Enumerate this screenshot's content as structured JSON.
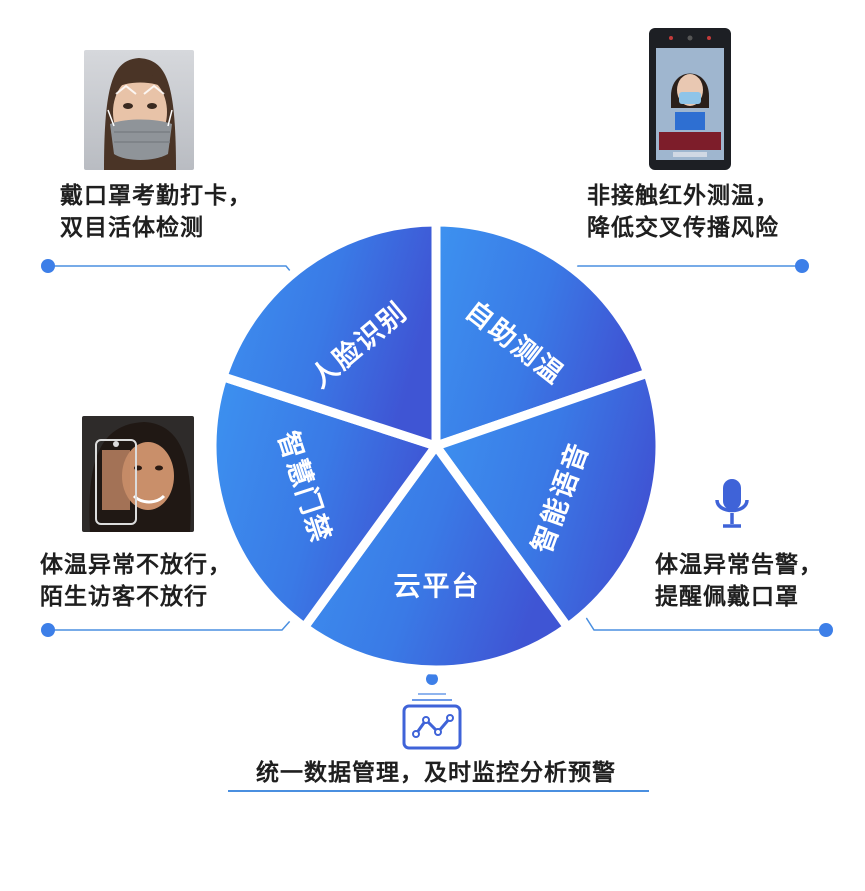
{
  "wheel": {
    "segments": [
      {
        "label": "人脸识别"
      },
      {
        "label": "自助测温"
      },
      {
        "label": "智能语音"
      },
      {
        "label": "云平台"
      },
      {
        "label": "智慧门禁"
      }
    ]
  },
  "features": {
    "face_mask": {
      "line1": "戴口罩考勤打卡，",
      "line2": "双目活体检测"
    },
    "temperature": {
      "line1": "非接触红外测温，",
      "line2": "降低交叉传播风险"
    },
    "access": {
      "line1": "体温异常不放行，",
      "line2": "陌生访客不放行"
    },
    "voice": {
      "line1": "体温异常告警，",
      "line2": "提醒佩戴口罩"
    }
  },
  "bottom": {
    "text": "统一数据管理，及时监控分析预警"
  },
  "icons": {
    "voice": "microphone-icon",
    "cloud": "analytics-chart-icon"
  },
  "colors": {
    "wheel_start": "#3b8ff0",
    "wheel_end": "#3e57d6",
    "line": "#4a8fe0",
    "dot": "#3d7fe8"
  }
}
